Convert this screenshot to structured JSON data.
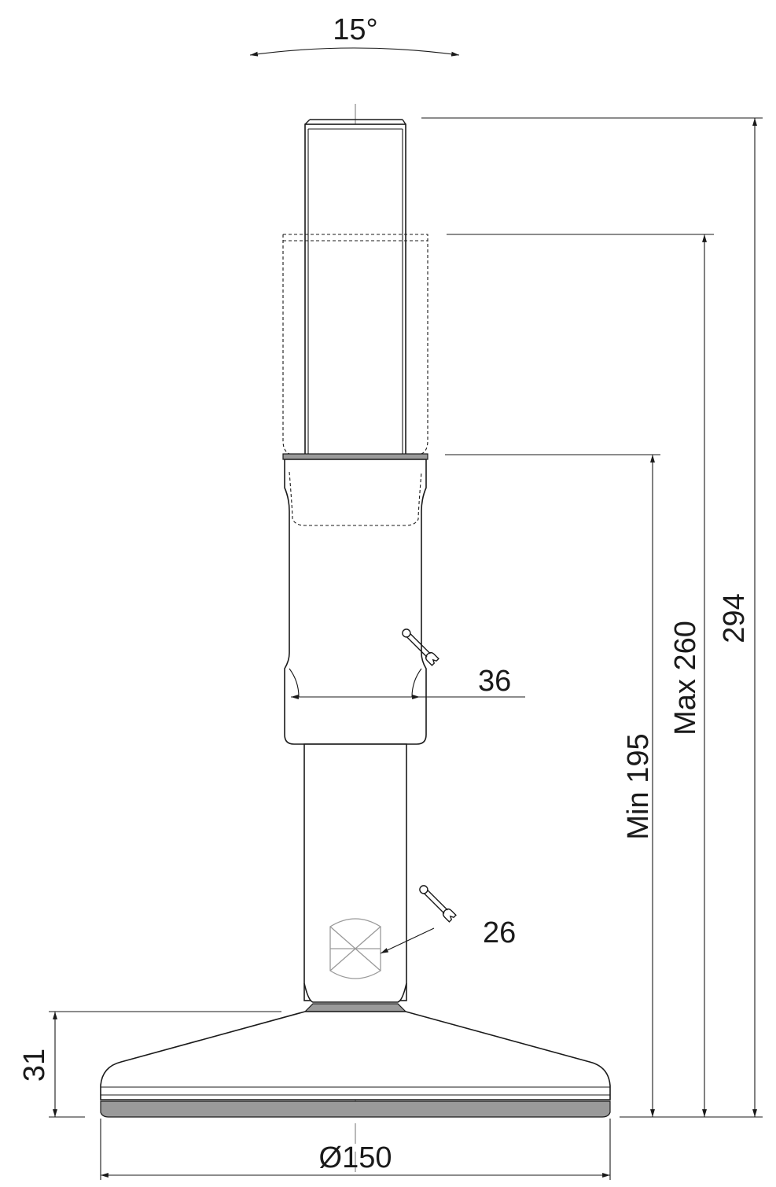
{
  "dimensions": {
    "tilt_angle": "15°",
    "total_height": "294",
    "max_height": "Max 260",
    "min_height": "Min 195",
    "wrench_upper": "36",
    "wrench_lower": "26",
    "base_height": "31",
    "base_diameter": "Ø150"
  },
  "icons": {
    "wrench": "wrench-icon"
  },
  "colors": {
    "line": "#1a1a1a",
    "rubber_pad": "#9a9a9a",
    "centerline": "#8a8a8a"
  }
}
